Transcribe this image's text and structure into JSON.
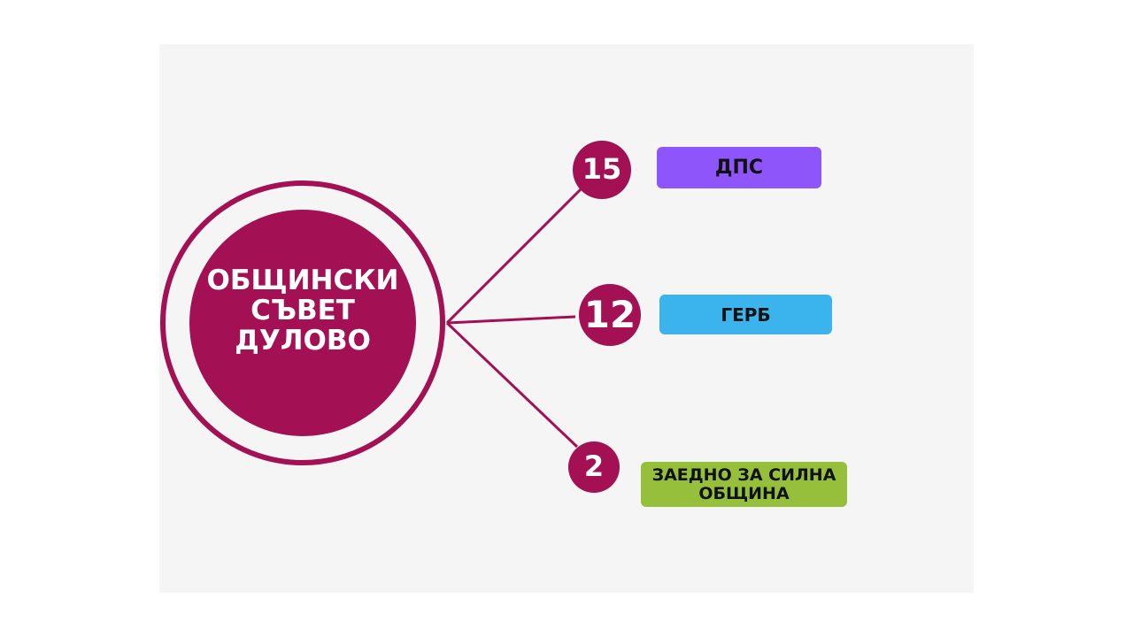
{
  "center": {
    "line1": "ОБЩИНСКИ",
    "line2": "СЪВЕТ",
    "line3": "ДУЛОВО"
  },
  "parties": [
    {
      "seats": "15",
      "name": "ДПС",
      "color": "#8e55fb"
    },
    {
      "seats": "12",
      "name": "ГЕРБ",
      "color": "#3bb4ee"
    },
    {
      "seats": "2",
      "name": "ЗАЕДНО ЗА СИЛНА ОБЩИНА",
      "color": "#96c03c"
    }
  ],
  "accent": "#a31053"
}
